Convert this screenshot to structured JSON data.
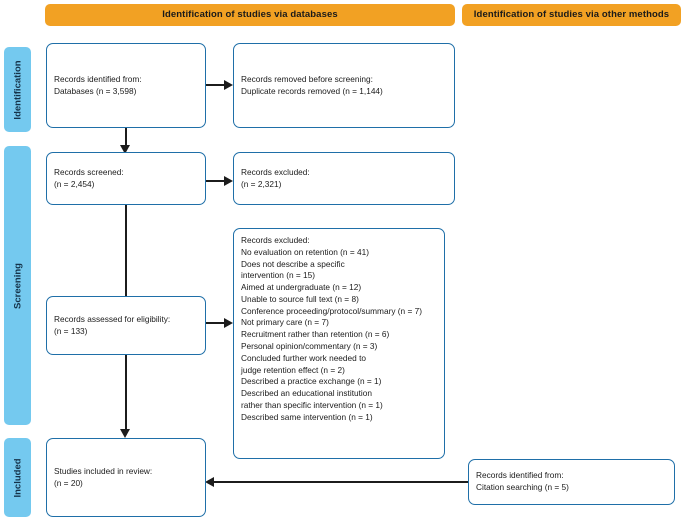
{
  "diagram": {
    "type": "prisma-flow-diagram",
    "title": "PRISMA flow diagram",
    "colors": {
      "banner": "#f2a123",
      "stage_bar": "#74c9ef",
      "box_border": "#1f6fa8",
      "connector": "#1c1c1c",
      "background": "#ffffff"
    }
  },
  "banners": [
    {
      "id": "databases",
      "label": "Identification of studies via databases"
    },
    {
      "id": "other-methods",
      "label": "Identification of studies via other methods"
    }
  ],
  "stages": [
    {
      "id": "identification",
      "label": "Identification"
    },
    {
      "id": "screening",
      "label": "Screening"
    },
    {
      "id": "included",
      "label": "Included"
    }
  ],
  "boxes": {
    "records_identified": {
      "id": "records-identified-databases",
      "text": "Records identified from:\nDatabases (n = 3,598)",
      "count": 3598
    },
    "records_removed": {
      "id": "records-removed-before-screening",
      "text": "Records removed before screening:\n   Duplicate records removed (n = 1,144)",
      "count": 1144
    },
    "records_screened": {
      "id": "records-screened",
      "text": "Records screened:\n(n = 2,454)",
      "count": 2454
    },
    "records_excluded_screening": {
      "id": "records-excluded-screening",
      "text": "Records excluded:\n(n = 2,321)",
      "count": 2321
    },
    "records_assessed": {
      "id": "records-assessed-for-eligibility",
      "text": "Records assessed for eligibility:\n(n = 133)",
      "count": 133
    },
    "records_excluded_eligibility": {
      "id": "records-excluded-eligibility",
      "text": "Records excluded:\n   No evaluation on retention (n = 41)\n   Does not describe a specific\n   intervention (n = 15)\n   Aimed at undergraduate (n = 12)\n   Unable to source full text (n = 8)\n   Conference proceeding/protocol/summary (n = 7)\n   Not primary care (n = 7)\n   Recruitment rather than retention (n = 6)\n   Personal opinion/commentary (n = 3)\n   Concluded further work needed to\n   judge retention effect (n = 2)\n   Described a practice exchange (n = 1)\n   Described an educational institution\n   rather than specific intervention (n = 1)\n   Described same intervention (n = 1)",
      "reasons": [
        {
          "reason": "No evaluation on retention",
          "n": 41
        },
        {
          "reason": "Does not describe a specific intervention",
          "n": 15
        },
        {
          "reason": "Aimed at undergraduate",
          "n": 12
        },
        {
          "reason": "Unable to source full text",
          "n": 8
        },
        {
          "reason": "Conference proceeding/protocol/summary",
          "n": 7
        },
        {
          "reason": "Not primary care",
          "n": 7
        },
        {
          "reason": "Recruitment rather than retention",
          "n": 6
        },
        {
          "reason": "Personal opinion/commentary",
          "n": 3
        },
        {
          "reason": "Concluded further work needed to judge retention effect",
          "n": 2
        },
        {
          "reason": "Described a practice exchange",
          "n": 1
        },
        {
          "reason": "Described an educational institution rather than specific intervention",
          "n": 1
        },
        {
          "reason": "Described same intervention",
          "n": 1
        }
      ]
    },
    "studies_included": {
      "id": "studies-included-in-review",
      "text": "Studies included in review:\n(n = 20)",
      "count": 20
    },
    "citation_searching": {
      "id": "records-identified-citation-searching",
      "text": "Records identified from:\n   Citation searching (n = 5)",
      "count": 5
    }
  }
}
